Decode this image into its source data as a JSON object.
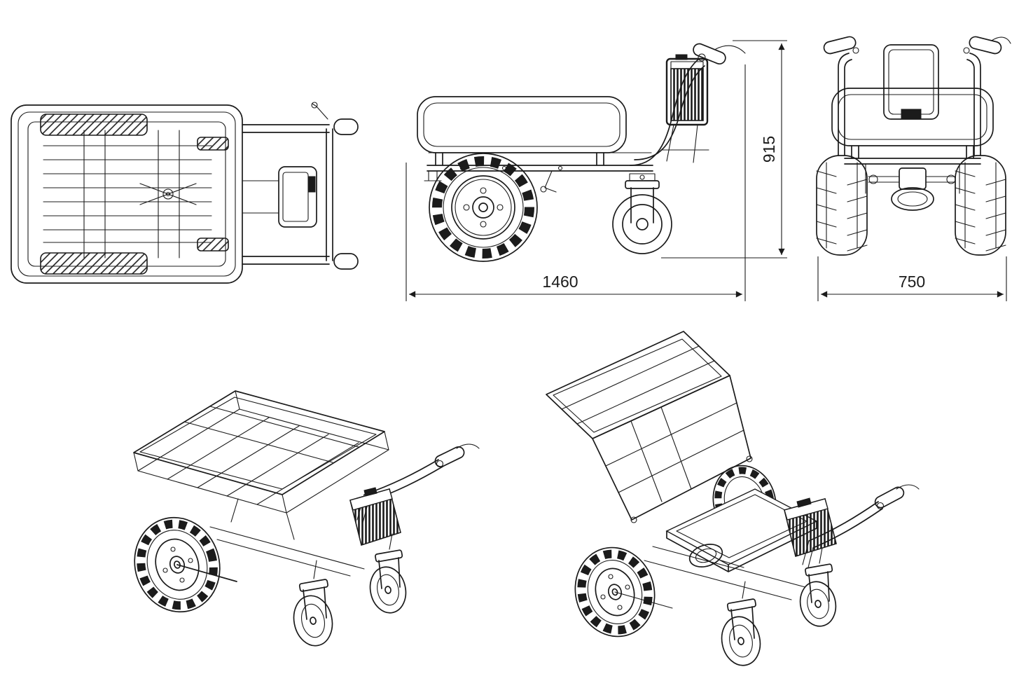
{
  "drawing": {
    "background": "#ffffff",
    "line_color": "#1b1b1b",
    "dimensions": {
      "overall_length": "1460",
      "overall_height": "915",
      "overall_width": "750"
    }
  }
}
